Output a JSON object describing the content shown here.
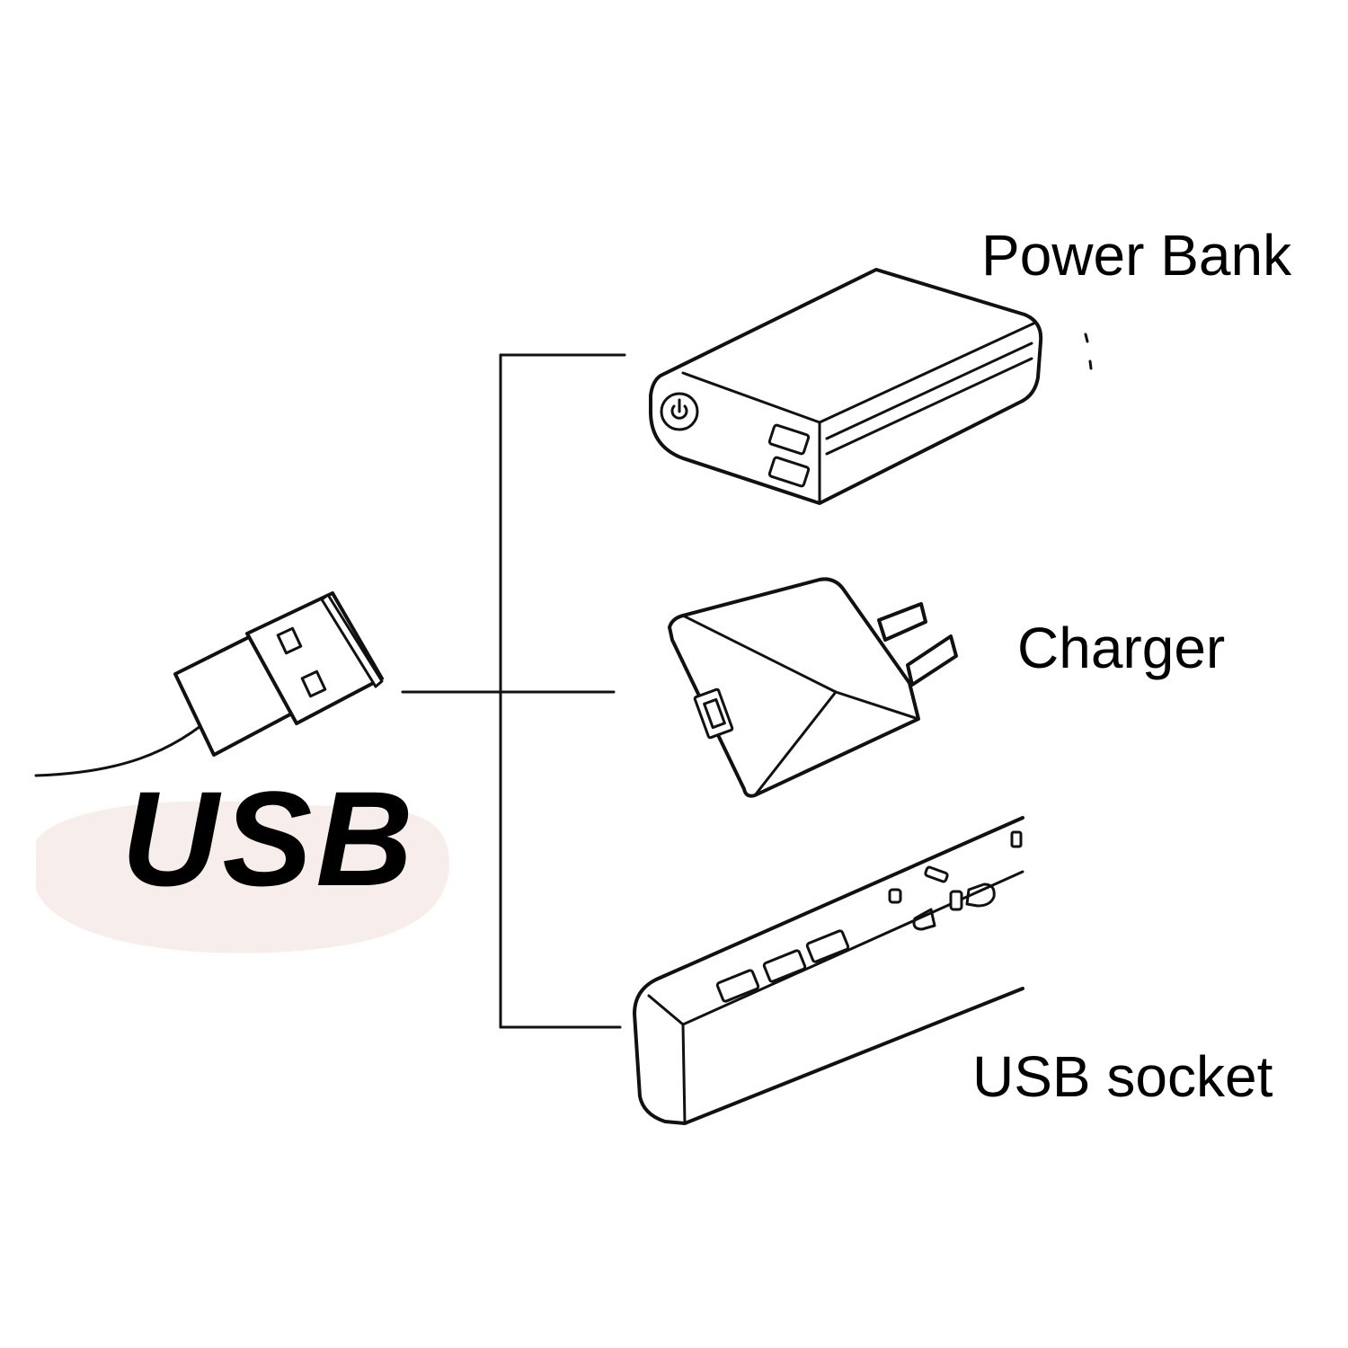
{
  "labels": {
    "usb": "USB",
    "power_bank": "Power Bank",
    "charger": "Charger",
    "usb_socket": "USB socket"
  },
  "colors": {
    "line": "#111111",
    "text": "#000000",
    "usb_backdrop": "#f7eeec",
    "background": "#ffffff"
  },
  "icons": {
    "source": "usb-plug-icon",
    "targets": [
      "power-bank-icon",
      "charger-icon",
      "power-strip-icon"
    ]
  }
}
